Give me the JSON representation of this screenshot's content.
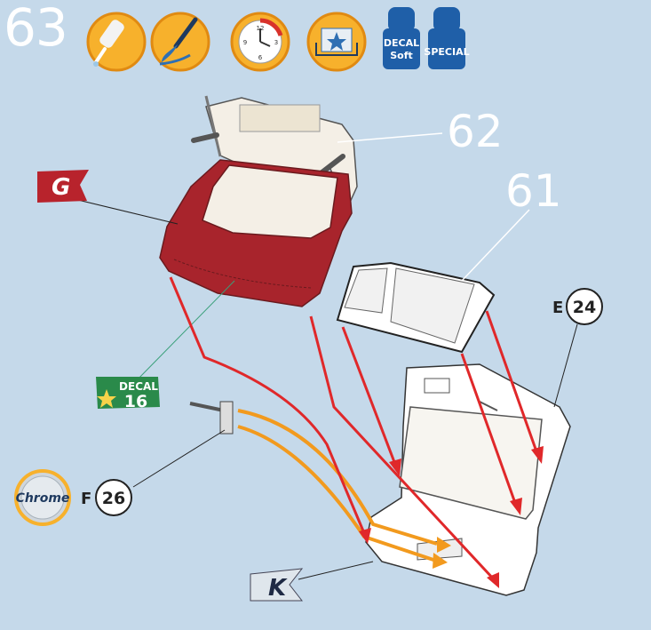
{
  "step": {
    "number": "63"
  },
  "header_icons": [
    {
      "icon": "glue-tube-icon"
    },
    {
      "icon": "paint-brush-icon"
    },
    {
      "icon": "clock-icon"
    },
    {
      "icon": "decal-tray-icon"
    }
  ],
  "clock_numerals": {
    "n12": "12",
    "n3": "3",
    "n6": "6",
    "n9": "9"
  },
  "bottles": [
    {
      "label_line1": "DECAL",
      "label_line2": "Soft"
    },
    {
      "label_line1": "",
      "label_line2": "SPECIAL"
    }
  ],
  "parts": {
    "part_62": "62",
    "part_61": "61"
  },
  "flags": {
    "flag_g": "G",
    "flag_k": "K"
  },
  "decal": {
    "label": "DECAL",
    "number": "16"
  },
  "references": {
    "e_letter": "E",
    "e_number": "24",
    "f_letter": "F",
    "f_number": "26"
  },
  "chrome_badge": "Chrome",
  "colors": {
    "background": "#c5d9ea",
    "tailgate_red": "#a8242c",
    "arrow_red": "#e0282a",
    "arrow_orange": "#f29a1e",
    "icon_orange": "#f7b12c",
    "decal_green": "#2a8a4a",
    "bottle_blue": "#1f5fa8"
  }
}
